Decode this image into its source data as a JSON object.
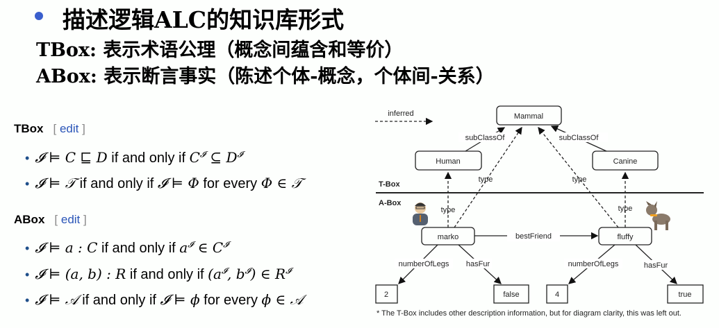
{
  "header": {
    "title": "描述逻辑ALC的知识库形式",
    "tbox_line": "TBox: 表示术语公理（概念间蕴含和等价）",
    "abox_line": "ABox: 表示断言事实（陈述个体-概念，个体间-关系）"
  },
  "tbox": {
    "heading": "TBox",
    "edit": "edit",
    "lines": [
      {
        "a": "𝓘 ⊨ C ⊑ D",
        "t": " if and only if ",
        "b": "C",
        "bs": "𝓘",
        "c": " ⊆ D",
        "cs": "𝓘",
        "d": ""
      },
      {
        "a": "𝓘 ⊨ 𝒯",
        "t": " if and only if ",
        "b": "𝓘 ⊨ Φ",
        "bs": "",
        "c": "",
        "cs": "",
        "t2": " for every ",
        "d": "Φ ∈ 𝒯"
      }
    ]
  },
  "abox": {
    "heading": "ABox",
    "edit": "edit",
    "lines": [
      {
        "a": "𝓘 ⊨ a : C",
        "t": " if and only if ",
        "b": "a",
        "bs": "𝓘",
        "c": " ∈ C",
        "cs": "𝓘",
        "d": ""
      },
      {
        "a": "𝓘 ⊨ (a, b) : R",
        "t": " if and only if ",
        "b": "(a",
        "bs": "𝓘",
        "c": ", b",
        "cs": "𝓘",
        "d": ") ∈ R",
        "ds": "𝓘"
      },
      {
        "a": "𝓘 ⊨ 𝒜",
        "t": " if and only if ",
        "b": "𝓘 ⊨ ϕ",
        "t2": " for every ",
        "d": "ϕ ∈ 𝒜"
      }
    ]
  },
  "diagram": {
    "legend": "inferred",
    "mammal": "Mammal",
    "human": "Human",
    "canine": "Canine",
    "tbox_label": "T-Box",
    "abox_label": "A-Box",
    "marko": "marko",
    "fluffy": "fluffy",
    "subclass": "subClassOf",
    "type": "type",
    "best_friend": "bestFriend",
    "legs": "numberOfLegs",
    "fur": "hasFur",
    "v2": "2",
    "vfalse": "false",
    "v4": "4",
    "vtrue": "true",
    "footnote": "* The T-Box includes other description information, but for diagram clarity, this was left out."
  }
}
